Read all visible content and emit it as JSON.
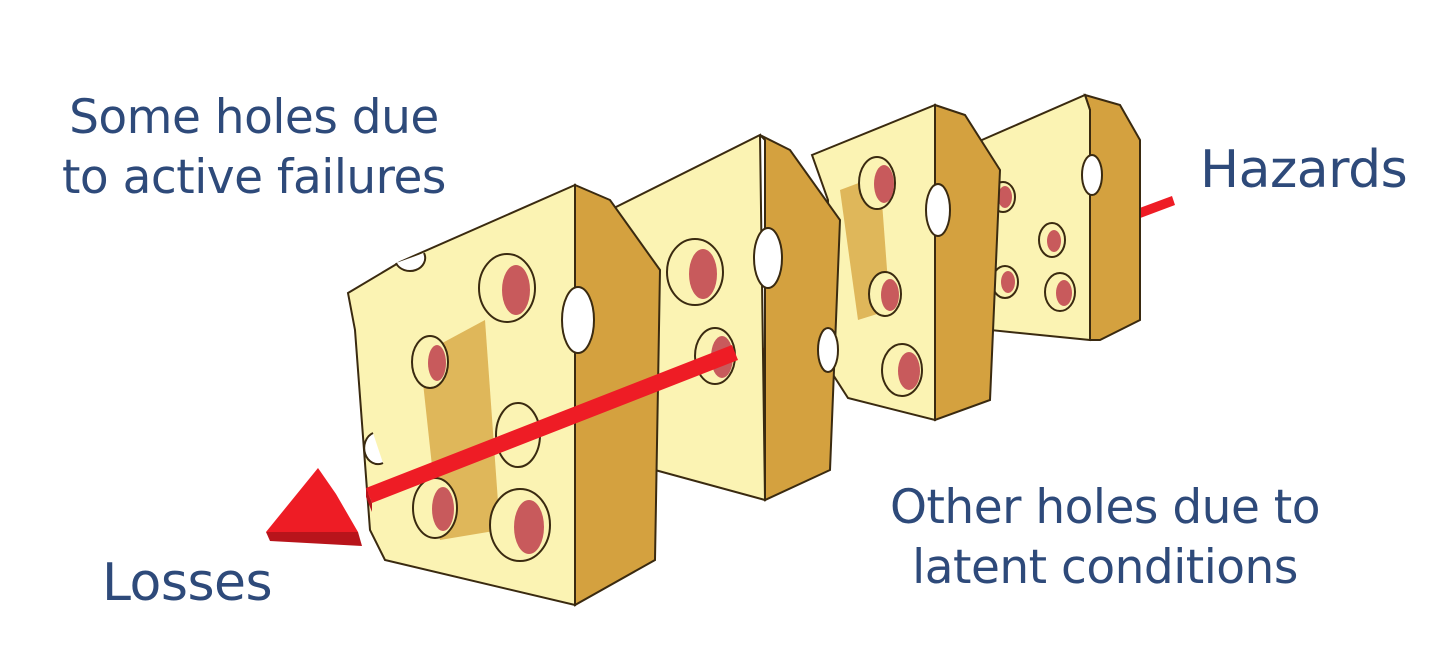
{
  "labels": {
    "active_failures_line1": "Some holes due",
    "active_failures_line2": "to active failures",
    "latent_line1": "Other holes due to",
    "latent_line2": "latent conditions",
    "hazards": "Hazards",
    "losses": "Losses"
  },
  "colors": {
    "cheese_front": "#fbf3b3",
    "cheese_side": "#d4a13f",
    "cheese_shadow": "#c99a3a",
    "hole": "#c85a5c",
    "arrow": "#ee1c25",
    "arrow_dark": "#b8141b",
    "text": "#2e4a7a"
  }
}
